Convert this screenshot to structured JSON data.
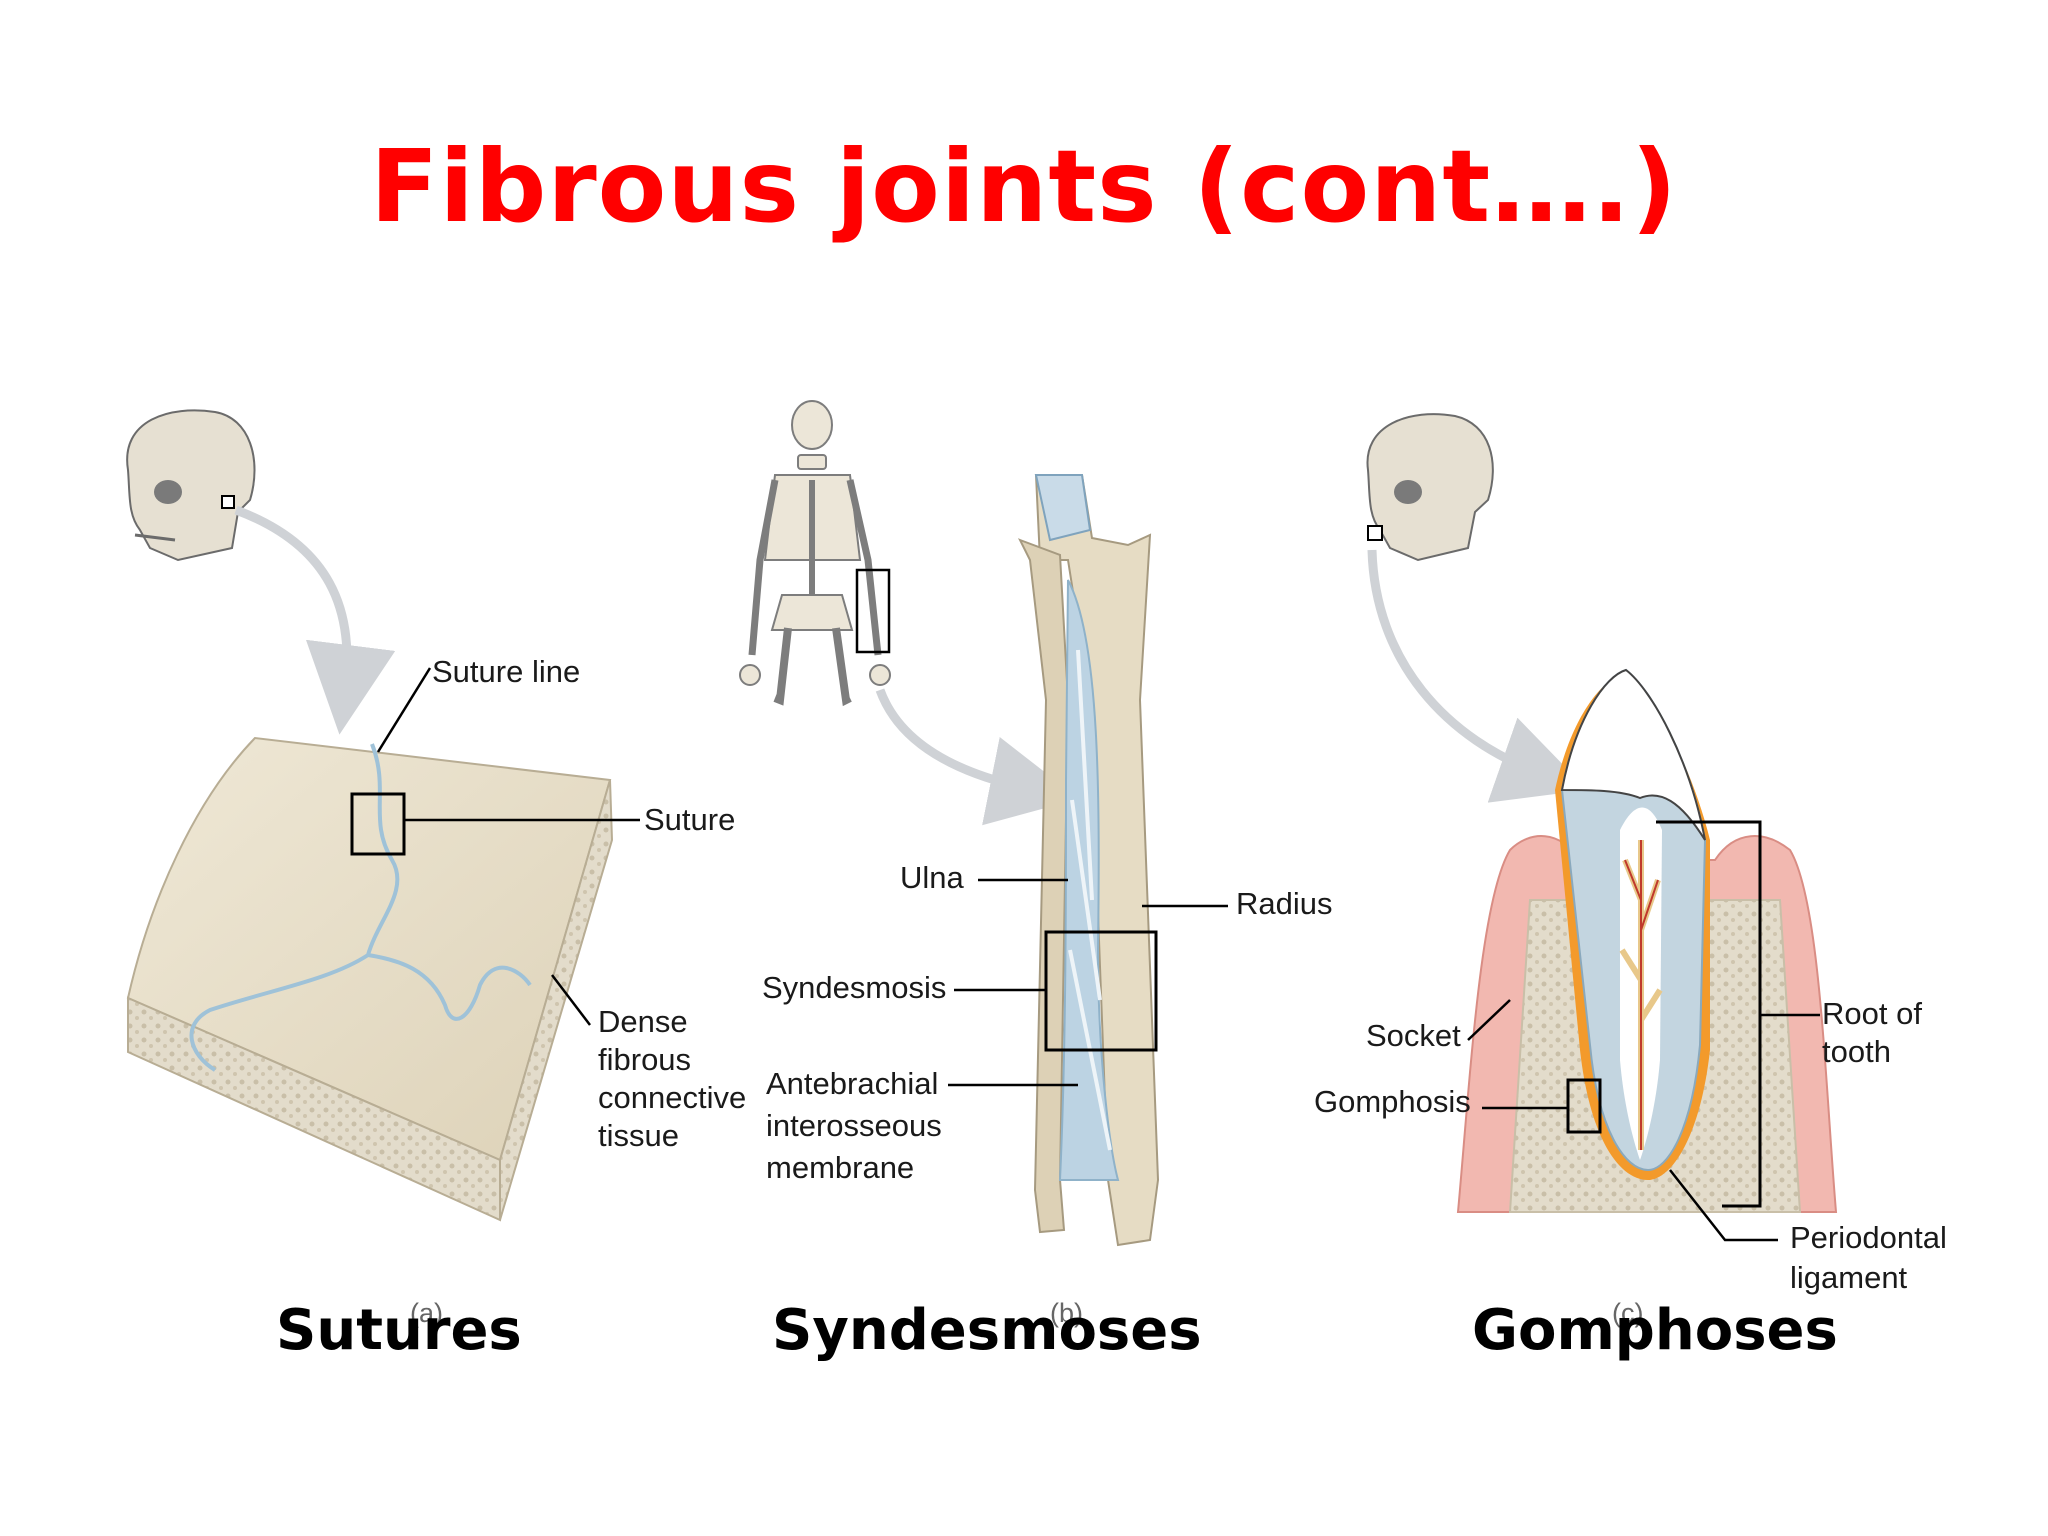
{
  "title": "Fibrous joints (cont….)",
  "panels": [
    {
      "caption": "Sutures",
      "letter": "(a)",
      "labels": {
        "suture_line": "Suture line",
        "suture": "Suture",
        "dense_1": "Dense",
        "dense_2": "fibrous",
        "dense_3": "connective",
        "dense_4": "tissue"
      }
    },
    {
      "caption": "Syndesmoses",
      "letter": "(b)",
      "labels": {
        "ulna": "Ulna",
        "radius": "Radius",
        "syndesmosis": "Syndesmosis",
        "mem_1": "Antebrachial",
        "mem_2": "interosseous",
        "mem_3": "membrane"
      }
    },
    {
      "caption": "Gomphoses",
      "letter": "(c)",
      "labels": {
        "socket": "Socket",
        "gomphosis": "Gomphosis",
        "root_1": "Root of",
        "root_2": "tooth",
        "perio_1": "Periodontal",
        "perio_2": "ligament"
      }
    }
  ],
  "colors": {
    "title": "#ff0000",
    "bone": "#e9e1cd",
    "membrane": "#bcd3e3",
    "gum": "#f2b8b0",
    "ligament": "#f39a2b"
  }
}
